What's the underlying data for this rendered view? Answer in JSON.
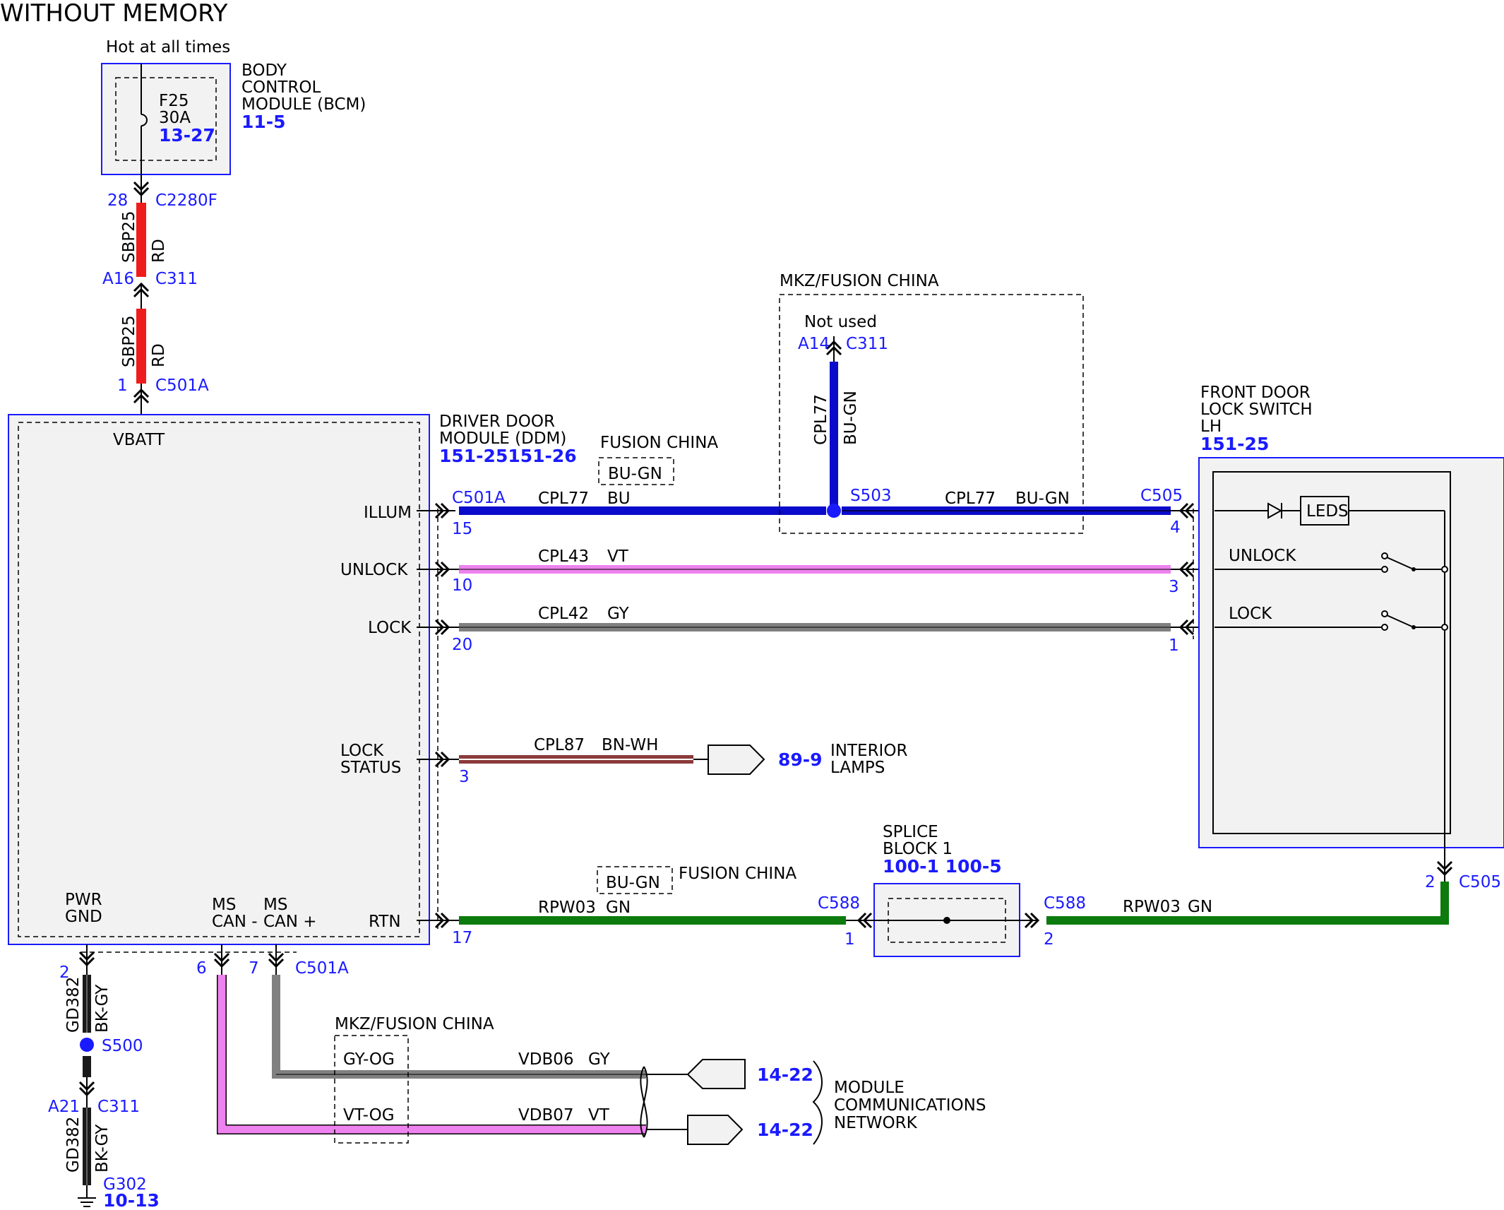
{
  "title": "WITHOUT MEMORY",
  "bcm": {
    "supply": "Hot at all times",
    "fuse": "F25",
    "fuse_rating": "30A",
    "fuse_ref": "13-27",
    "name_l1": "BODY",
    "name_l2": "CONTROL",
    "name_l3": "MODULE (BCM)",
    "ref": "11-5"
  },
  "supply_wire": {
    "c1_pin": "28",
    "c1": "C2280F",
    "circuit": "SBP25",
    "color": "RD",
    "c2_pin": "A16",
    "c2": "C311",
    "c3_pin": "1",
    "c3": "C501A"
  },
  "ddm": {
    "vbatt": "VBATT",
    "name_l1": "DRIVER DOOR",
    "name_l2": "MODULE (DDM)",
    "ref": "151-25151-26",
    "illum": "ILLUM",
    "unlock": "UNLOCK",
    "lock": "LOCK",
    "lock_status_l1": "LOCK",
    "lock_status_l2": "STATUS",
    "pwr_gnd_l1": "PWR",
    "pwr_gnd_l2": "GND",
    "ms_can_minus_l1": "MS",
    "ms_can_minus_l2": "CAN -",
    "ms_can_plus_l1": "MS",
    "ms_can_plus_l2": "CAN +",
    "rtn": "RTN"
  },
  "wires": {
    "illum": {
      "connector": "C501A",
      "pin": "15",
      "circuit": "CPL77",
      "color": "BU",
      "option_label": "FUSION CHINA",
      "option_color": "BU-GN"
    },
    "mkz_option": {
      "label": "MKZ/FUSION CHINA",
      "not_used": "Not used",
      "pin": "A14",
      "connector": "C311",
      "circuit": "CPL77",
      "color": "BU-GN",
      "splice": "S503",
      "right_circuit": "CPL77",
      "right_color": "BU-GN"
    },
    "unlock": {
      "pin": "10",
      "circuit": "CPL43",
      "color": "VT"
    },
    "lock": {
      "pin": "20",
      "circuit": "CPL42",
      "color": "GY"
    },
    "lock_status": {
      "pin": "3",
      "circuit": "CPL87",
      "color": "BN-WH",
      "ref": "89-9",
      "dest_l1": "INTERIOR",
      "dest_l2": "LAMPS"
    },
    "rtn": {
      "pin": "17",
      "circuit": "RPW03",
      "color": "GN",
      "option_color": "BU-GN",
      "option_label": "FUSION CHINA"
    }
  },
  "switch": {
    "name_l1": "FRONT DOOR",
    "name_l2": "LOCK SWITCH",
    "name_l3": "LH",
    "ref": "151-25",
    "connector": "C505",
    "pin_illum": "4",
    "pin_unlock": "3",
    "pin_lock": "1",
    "pin_gnd": "2",
    "leds": "LEDS",
    "unlock": "UNLOCK",
    "lock": "LOCK"
  },
  "splice_block": {
    "name_l1": "SPLICE",
    "name_l2": "BLOCK 1",
    "refs": "100-1 100-5",
    "left_connector": "C588",
    "left_pin": "1",
    "right_connector": "C588",
    "right_pin": "2",
    "circuit": "RPW03",
    "color": "GN",
    "switch_connector": "C505",
    "switch_pin": "2"
  },
  "ground": {
    "pin": "2",
    "circuit": "GD382",
    "color": "BK-GY",
    "splice": "S500",
    "c_pin": "A21",
    "connector": "C311",
    "ground_point": "G302",
    "ref": "10-13"
  },
  "can": {
    "minus_pin": "6",
    "plus_pin": "7",
    "connector": "C501A",
    "option_label": "MKZ/FUSION CHINA",
    "plus_opt_color": "GY-OG",
    "minus_opt_color": "VT-OG",
    "plus_circuit": "VDB06",
    "plus_color": "GY",
    "minus_circuit": "VDB07",
    "minus_color": "VT",
    "ref_plus": "14-22",
    "ref_minus": "14-22",
    "dest_l1": "MODULE",
    "dest_l2": "COMMUNICATIONS",
    "dest_l3": "NETWORK"
  },
  "colors": {
    "rd": "#ee1c1c",
    "bu": "#0b0bcc",
    "vt": "#ee82ee",
    "gy": "#808080",
    "gn": "#0c7a0c",
    "bn": "#8b3a3a",
    "bk": "#1a1a1a",
    "blue_text": "#1a1aff",
    "module_fill": "#f2f2f2"
  }
}
